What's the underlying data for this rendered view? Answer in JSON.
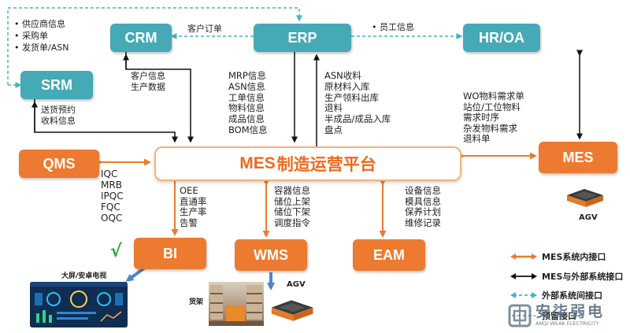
{
  "boxes": {
    "crm": "CRM",
    "erp": "ERP",
    "hroa": "HR/OA",
    "srm": "SRM",
    "qms": "QMS",
    "mes_right": "MES",
    "bi": "BI",
    "wms": "WMS",
    "eam": "EAM"
  },
  "platform": {
    "title_latin": "MES",
    "title_cn": "制造运营平台"
  },
  "labels": {
    "top_bullets": [
      "供应商信息",
      "采购单",
      "发货单/ASN"
    ],
    "customer_order": "客户订单",
    "hr_bullet": "员工信息",
    "crm_to_mes": [
      "客户信息",
      "生产数据"
    ],
    "srm_to_mes": [
      "送货预约",
      "收料信息"
    ],
    "erp_to_mes": [
      "MRP信息",
      "ASN信息",
      "工单信息",
      "物料信息",
      "成品信息",
      "BOM信息"
    ],
    "mes_to_erp": [
      "ASN收料",
      "原材料入库",
      "生产领料出库",
      "退料",
      "半成品/成品入库",
      "盘点"
    ],
    "mes_equipment": [
      "WO物料需求单",
      "站位/工位物料",
      "需求时序",
      "杂发物料需求",
      "退料单"
    ],
    "qms_items": [
      "IQC",
      "MRB",
      "IPQC",
      "FQC",
      "OQC"
    ],
    "bi_items": [
      "OEE",
      "直通率",
      "生产率",
      "告警"
    ],
    "wms_items": [
      "容器信息",
      "储位上架",
      "储位下架",
      "调度指令"
    ],
    "eam_items": [
      "设备信息",
      "模具信息",
      "保养计划",
      "维修记录"
    ]
  },
  "agv_right": "AGV",
  "agv_bottom": "AGV",
  "checkmark": "√",
  "dashboard_caption": "大屏/安卓电视",
  "shelf_caption": "货架",
  "legend": [
    {
      "text": "MES系统内接口",
      "color": "#ec7a30",
      "style": "solid"
    },
    {
      "text": "MES与外部系统接口",
      "color": "#111111",
      "style": "solid"
    },
    {
      "text": "外部系统间接口",
      "color": "#45b4c8",
      "style": "dashed"
    },
    {
      "text": "预留接口",
      "color": "#45b4c8",
      "style": "dashed"
    }
  ],
  "logo": {
    "cn": "安柒弱电",
    "en": "ANQI WEAK ELECTRICITY"
  },
  "colors": {
    "teal": "#45a9b6",
    "orange": "#ec7a30",
    "platform_text": "#ea6b1c"
  }
}
